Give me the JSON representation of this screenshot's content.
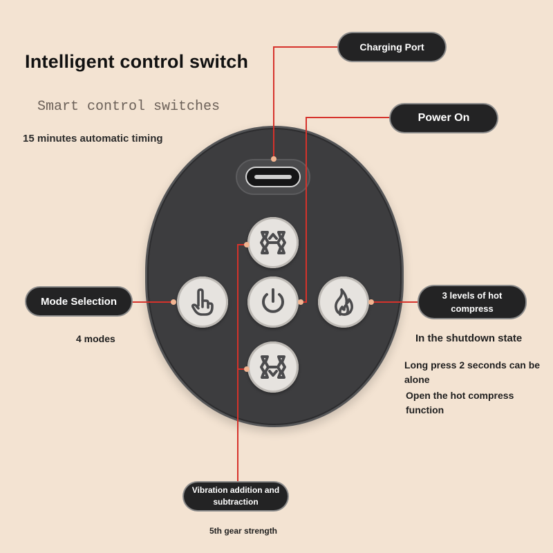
{
  "header": {
    "title": "Intelligent control switch",
    "subtitle": "Smart control switches",
    "timing": "15 minutes automatic timing"
  },
  "labels": {
    "charging_port": "Charging Port",
    "power_on": "Power On",
    "mode_selection": "Mode Selection",
    "hot_compress": "3 levels of hot compress",
    "vibration": "Vibration addition and subtraction"
  },
  "captions": {
    "modes": "4 modes",
    "shutdown_state": "In the shutdown state",
    "long_press": "Long press 2 seconds can be alone",
    "open_hot": "Open the hot compress function",
    "gear_strength": "5th gear strength"
  },
  "colors": {
    "background": "#f3e3d2",
    "device_body": "#3d3d3f",
    "button_face": "#e6e3df",
    "icon": "#4b4b4d",
    "leader_line": "#d6322b",
    "leader_dot": "#f2b591",
    "pill_bg": "#232324"
  },
  "icons": {
    "port": "usb-c-port-icon",
    "vibration_up": "vibration-up-icon",
    "mode": "hand-touch-icon",
    "power": "power-icon",
    "heat": "flame-icon",
    "vibration_down": "vibration-down-icon"
  }
}
